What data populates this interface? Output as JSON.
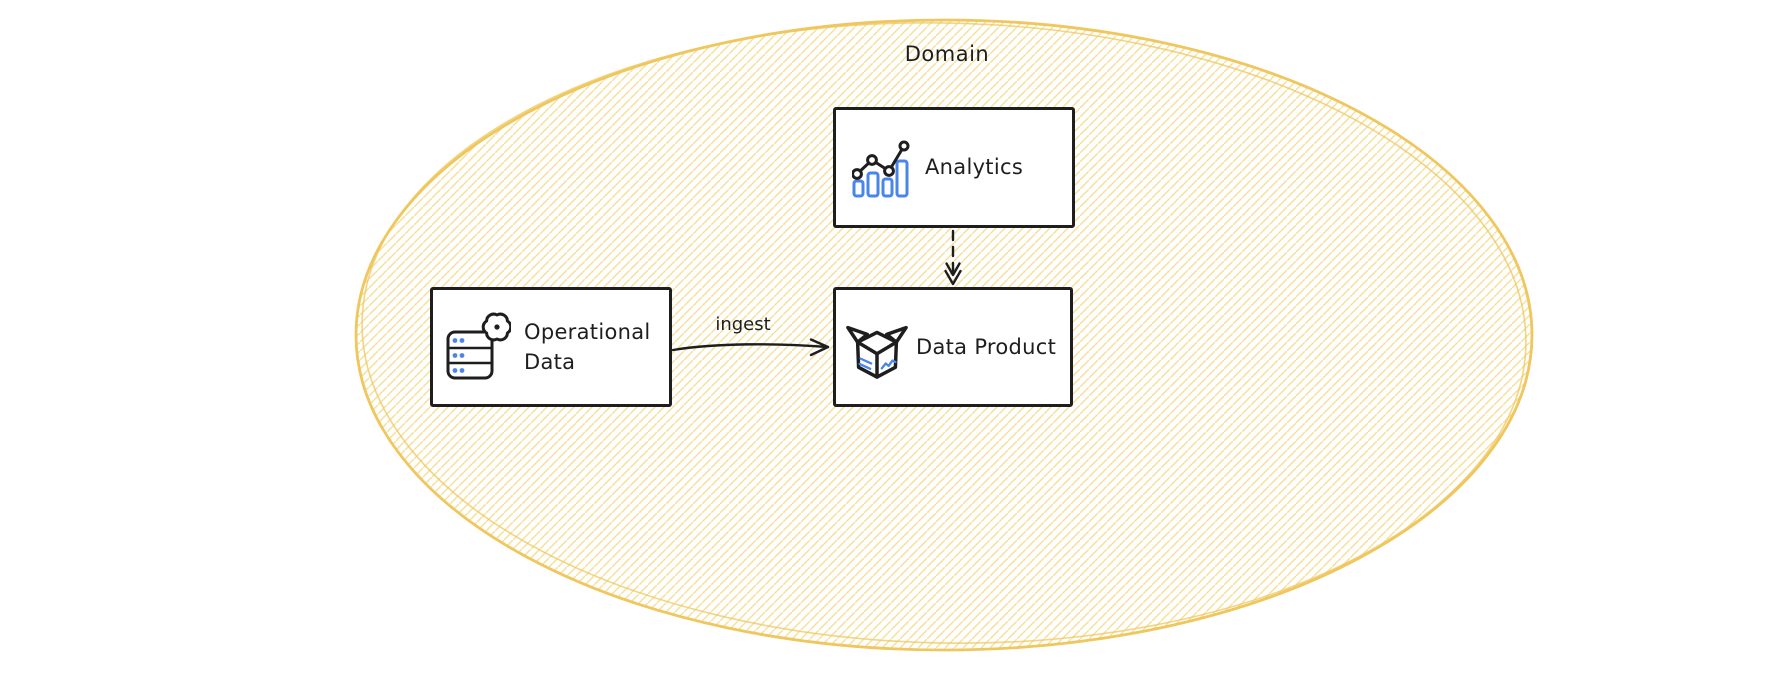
{
  "canvas": {
    "background": "#ffffff"
  },
  "domain_boundary": {
    "label": "Domain",
    "shape": "hand-drawn ellipse with diagonal hachure fill",
    "stroke_color": "#efc75e",
    "hatch_color": "#f6df96"
  },
  "nodes": {
    "analytics": {
      "label": "Analytics",
      "icon": "bar-line-chart-icon"
    },
    "operational_data": {
      "label": "Operational Data",
      "icon": "database-gear-icon"
    },
    "data_product": {
      "label": "Data Product",
      "icon": "open-box-icon"
    }
  },
  "edges": {
    "ingest": {
      "label": "ingest",
      "from": "operational_data",
      "to": "data_product",
      "style": "solid-arrow"
    },
    "analytics_to_data_product": {
      "label": "",
      "from": "analytics",
      "to": "data_product",
      "style": "dashed-arrow"
    }
  },
  "colors": {
    "ink": "#1e1e1e",
    "accent_blue": "#4a86e8",
    "ellipse_gold": "#efc75e",
    "hatch_yellow": "#f6df96",
    "node_background": "#ffffff"
  }
}
